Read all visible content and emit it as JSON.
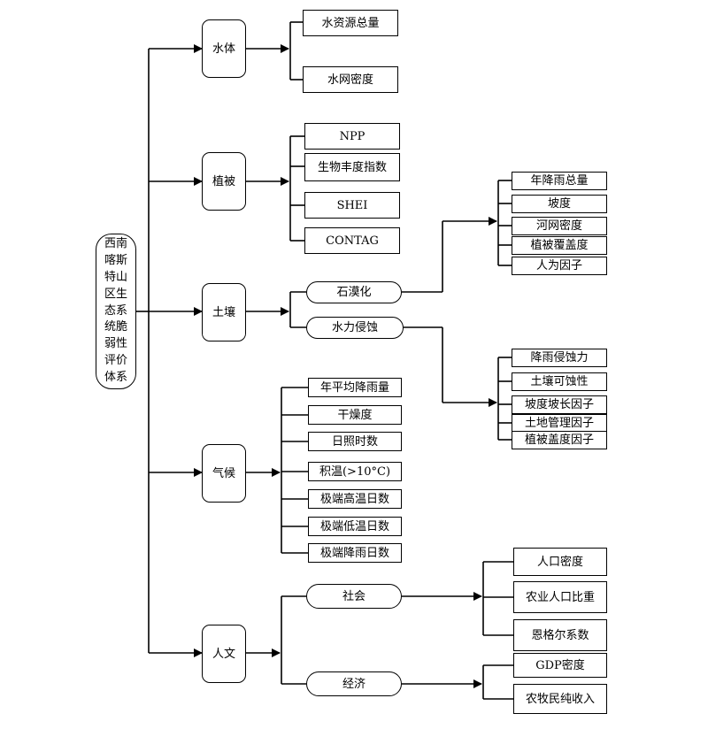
{
  "root": "西南喀斯特山区生态系统脆弱性评价体系",
  "categories": {
    "water": "水体",
    "vegetation": "植被",
    "soil": "土壤",
    "climate": "气候",
    "humanities": "人文"
  },
  "water_items": [
    "水资源总量",
    "水网密度"
  ],
  "vegetation_items": [
    "NPP",
    "生物丰度指数",
    "SHEI",
    "CONTAG"
  ],
  "soil_groups": {
    "rocky_desertification": {
      "label": "石漠化",
      "items": [
        "年降雨总量",
        "坡度",
        "河网密度",
        "植被覆盖度",
        "人为因子"
      ]
    },
    "water_erosion": {
      "label": "水力侵蚀",
      "items": [
        "降雨侵蚀力",
        "土壤可蚀性",
        "坡度坡长因子",
        "土地管理因子",
        "植被盖度因子"
      ]
    }
  },
  "climate_items": [
    "年平均降雨量",
    "干燥度",
    "日照时数",
    "积温(>10°C)",
    "极端高温日数",
    "极端低温日数",
    "极端降雨日数"
  ],
  "humanities_groups": {
    "society": {
      "label": "社会",
      "items": [
        "人口密度",
        "农业人口比重",
        "恩格尔系数"
      ]
    },
    "economy": {
      "label": "经济",
      "items": [
        "GDP密度",
        "农牧民纯收入"
      ]
    }
  }
}
